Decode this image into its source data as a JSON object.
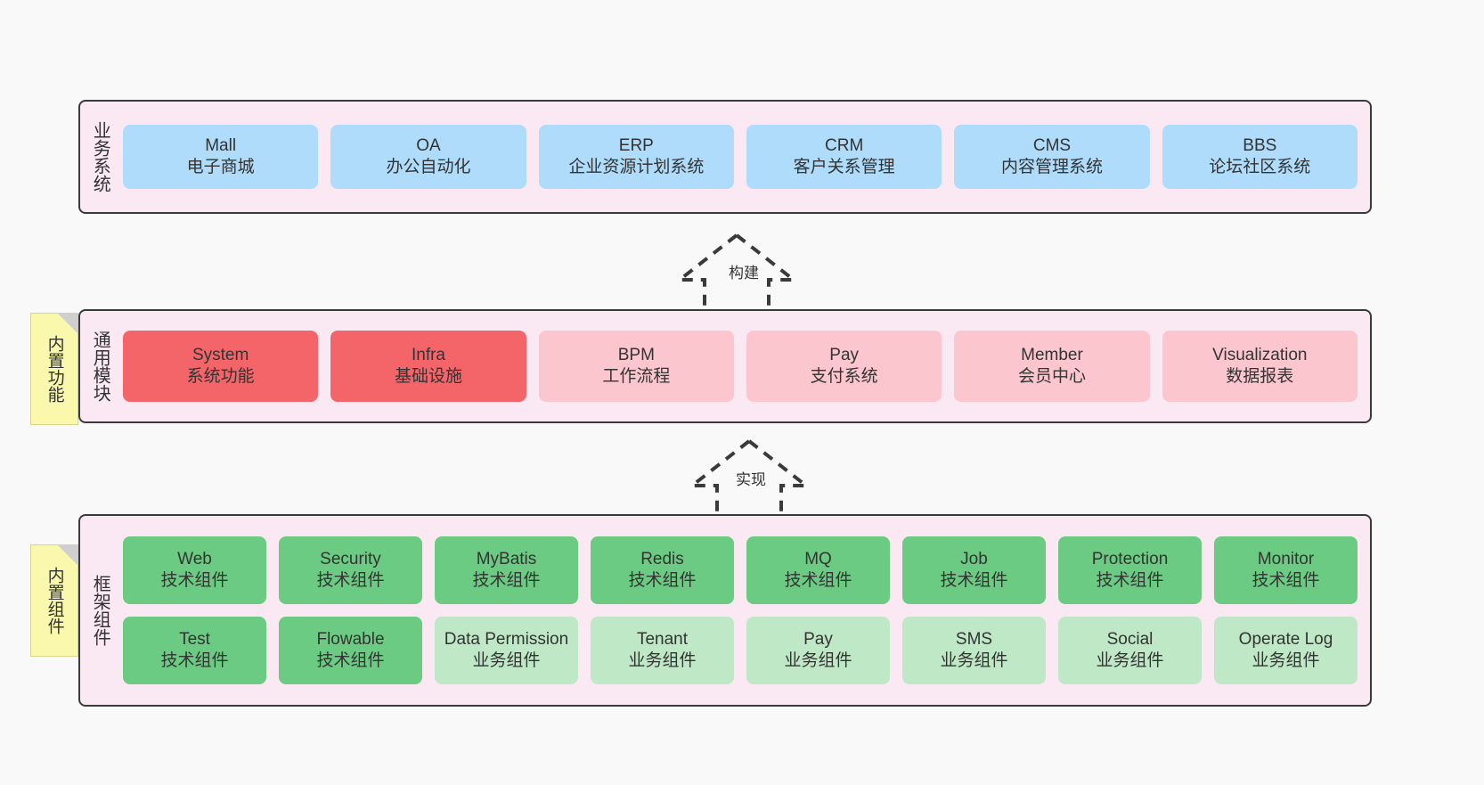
{
  "notes": [
    {
      "id": "builtin-function",
      "text": "内置功能"
    },
    {
      "id": "builtin-component",
      "text": "内置组件"
    }
  ],
  "connectors": [
    {
      "id": "build",
      "label": "构建",
      "style": "dashed-hollow-triangle"
    },
    {
      "id": "implement",
      "label": "实现",
      "style": "dashed-hollow-triangle"
    }
  ],
  "colors": {
    "container_bg": "#fae9f2",
    "container_border": "#3a3a3a",
    "page_bg": "#f9f9f9",
    "blue": "#aedcfa",
    "red": "#f4656a",
    "pink": "#fcc6ce",
    "green": "#6ccb82",
    "light_green": "#bfe8c7",
    "note_yellow": "#faf8ac",
    "note_fold": "#cfcfcf"
  },
  "layers": [
    {
      "id": "business",
      "title": "业务系统",
      "rows": [
        {
          "cells": [
            {
              "en": "Mall",
              "cn": "电子商城",
              "color": "blue"
            },
            {
              "en": "OA",
              "cn": "办公自动化",
              "color": "blue"
            },
            {
              "en": "ERP",
              "cn": "企业资源计划系统",
              "color": "blue"
            },
            {
              "en": "CRM",
              "cn": "客户关系管理",
              "color": "blue"
            },
            {
              "en": "CMS",
              "cn": "内容管理系统",
              "color": "blue"
            },
            {
              "en": "BBS",
              "cn": "论坛社区系统",
              "color": "blue"
            }
          ]
        }
      ]
    },
    {
      "id": "common",
      "title": "通用模块",
      "rows": [
        {
          "cells": [
            {
              "en": "System",
              "cn": "系统功能",
              "color": "red"
            },
            {
              "en": "Infra",
              "cn": "基础设施",
              "color": "red"
            },
            {
              "en": "BPM",
              "cn": "工作流程",
              "color": "pink"
            },
            {
              "en": "Pay",
              "cn": "支付系统",
              "color": "pink"
            },
            {
              "en": "Member",
              "cn": "会员中心",
              "color": "pink"
            },
            {
              "en": "Visualization",
              "cn": "数据报表",
              "color": "pink"
            }
          ]
        }
      ]
    },
    {
      "id": "framework",
      "title": "框架组件",
      "rows": [
        {
          "cells": [
            {
              "en": "Web",
              "cn": "技术组件",
              "color": "green"
            },
            {
              "en": "Security",
              "cn": "技术组件",
              "color": "green"
            },
            {
              "en": "MyBatis",
              "cn": "技术组件",
              "color": "green"
            },
            {
              "en": "Redis",
              "cn": "技术组件",
              "color": "green"
            },
            {
              "en": "MQ",
              "cn": "技术组件",
              "color": "green"
            },
            {
              "en": "Job",
              "cn": "技术组件",
              "color": "green"
            },
            {
              "en": "Protection",
              "cn": "技术组件",
              "color": "green"
            },
            {
              "en": "Monitor",
              "cn": "技术组件",
              "color": "green"
            }
          ]
        },
        {
          "cells": [
            {
              "en": "Test",
              "cn": "技术组件",
              "color": "green"
            },
            {
              "en": "Flowable",
              "cn": "技术组件",
              "color": "green"
            },
            {
              "en": "Data Permission",
              "cn": "业务组件",
              "color": "light_green"
            },
            {
              "en": "Tenant",
              "cn": "业务组件",
              "color": "light_green"
            },
            {
              "en": "Pay",
              "cn": "业务组件",
              "color": "light_green"
            },
            {
              "en": "SMS",
              "cn": "业务组件",
              "color": "light_green"
            },
            {
              "en": "Social",
              "cn": "业务组件",
              "color": "light_green"
            },
            {
              "en": "Operate Log",
              "cn": "业务组件",
              "color": "light_green"
            }
          ]
        }
      ]
    }
  ]
}
